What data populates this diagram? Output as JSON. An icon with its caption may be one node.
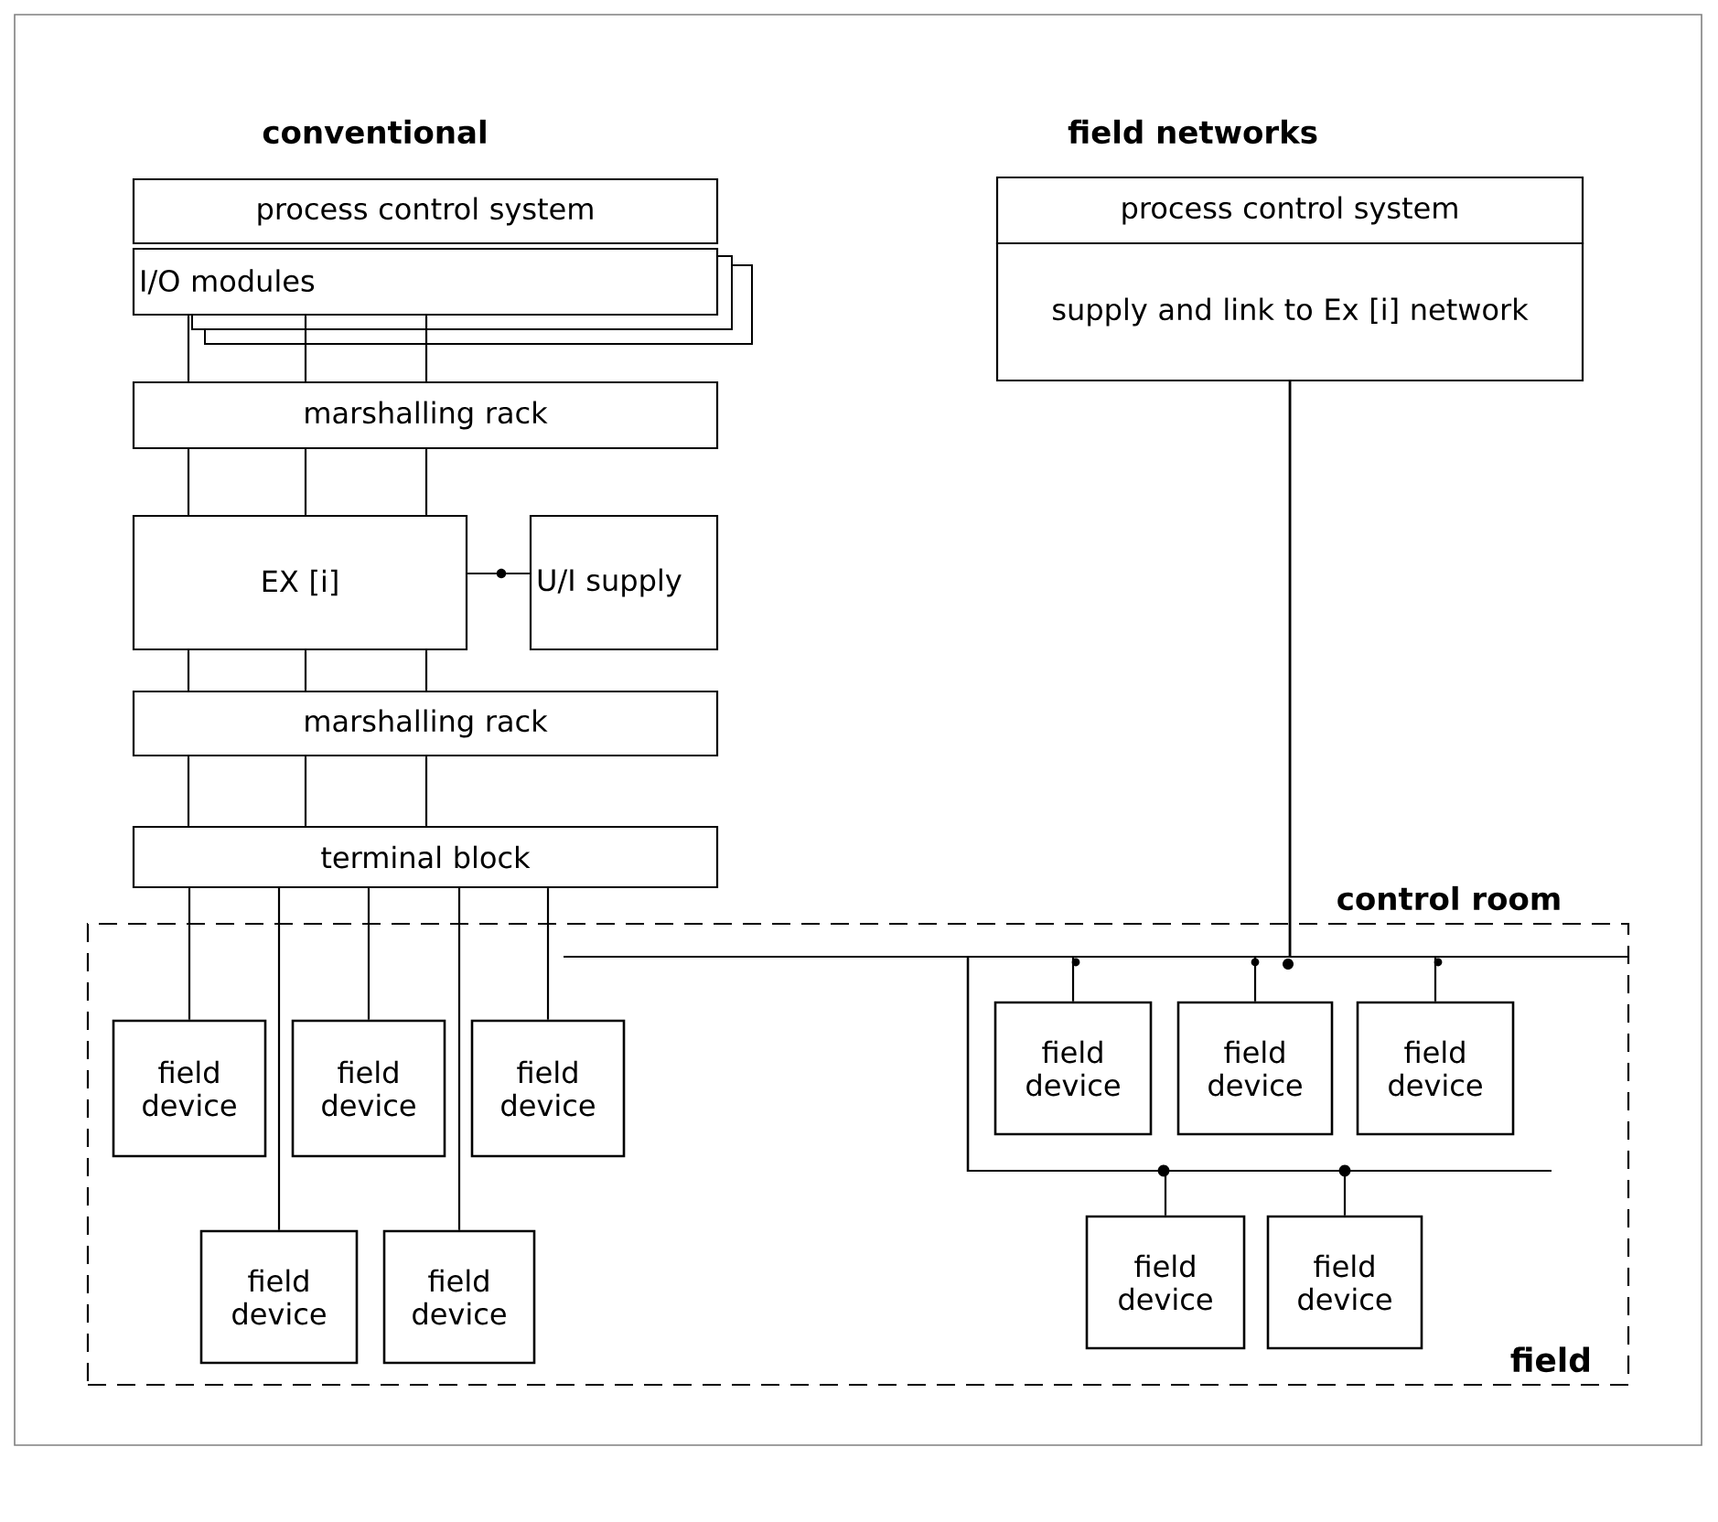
{
  "diagram": {
    "nodes": [
      {
        "text": [
          "process control system"
        ]
      },
      {
        "text": [
          "I/O modules"
        ]
      },
      {
        "text": [
          "marshalling rack"
        ]
      },
      {
        "text": [
          "EX [i]"
        ]
      },
      {
        "text": [
          "U/I supply"
        ]
      },
      {
        "text": [
          "marshalling rack"
        ]
      },
      {
        "text": [
          "terminal block"
        ]
      },
      {
        "text": [
          "process control system"
        ]
      },
      {
        "text": [
          "supply and link to Ex [i] network"
        ]
      },
      {
        "text": [
          "field"
        ]
      },
      {
        "text": [
          "field device"
        ],
        "in": 9
      },
      {
        "text": [
          "field device"
        ],
        "in": 9
      },
      {
        "text": [
          "field device"
        ],
        "in": 9
      },
      {
        "text": [
          "field device"
        ],
        "in": 9
      },
      {
        "text": [
          "field device"
        ],
        "in": 9
      },
      {
        "text": [
          "field device"
        ],
        "in": 9
      },
      {
        "text": [
          "field device"
        ],
        "in": 9
      },
      {
        "text": [
          "field device"
        ],
        "in": 9
      },
      {
        "text": [
          "field device"
        ],
        "in": 9
      },
      {
        "text": [
          "field device"
        ],
        "in": 9
      }
    ],
    "edges": [
      {
        "from": 1,
        "to": 2,
        "arrow": "none"
      },
      {
        "from": 1,
        "to": 2,
        "arrow": "none"
      },
      {
        "from": 1,
        "to": 2,
        "arrow": "none"
      },
      {
        "from": 2,
        "to": 3,
        "arrow": "none"
      },
      {
        "from": 2,
        "to": 3,
        "arrow": "none"
      },
      {
        "from": 2,
        "to": 3,
        "arrow": "none"
      },
      {
        "from": 3,
        "to": 4,
        "arrow": "none"
      },
      {
        "from": 3,
        "to": 5,
        "arrow": "none"
      },
      {
        "from": 3,
        "to": 5,
        "arrow": "none"
      },
      {
        "from": 3,
        "to": 5,
        "arrow": "none"
      },
      {
        "from": 5,
        "to": 6,
        "arrow": "none"
      },
      {
        "from": 5,
        "to": 6,
        "arrow": "none"
      },
      {
        "from": 5,
        "to": 6,
        "arrow": "none"
      },
      {
        "from": 6,
        "to": 10,
        "arrow": "none"
      },
      {
        "from": 6,
        "to": 13,
        "arrow": "none"
      },
      {
        "from": 6,
        "to": 11,
        "arrow": "none"
      },
      {
        "from": 6,
        "to": 14,
        "arrow": "none"
      },
      {
        "from": 6,
        "to": 12,
        "arrow": "none"
      },
      {
        "from": 8,
        "to": 15,
        "arrow": "none"
      },
      {
        "from": 8,
        "to": 16,
        "arrow": "none"
      },
      {
        "from": 8,
        "to": 17,
        "arrow": "none"
      },
      {
        "from": 8,
        "to": 18,
        "arrow": "none"
      },
      {
        "from": 8,
        "to": 19,
        "arrow": "none"
      }
    ],
    "labels": [
      "conventional",
      "field networks",
      "control room"
    ]
  }
}
